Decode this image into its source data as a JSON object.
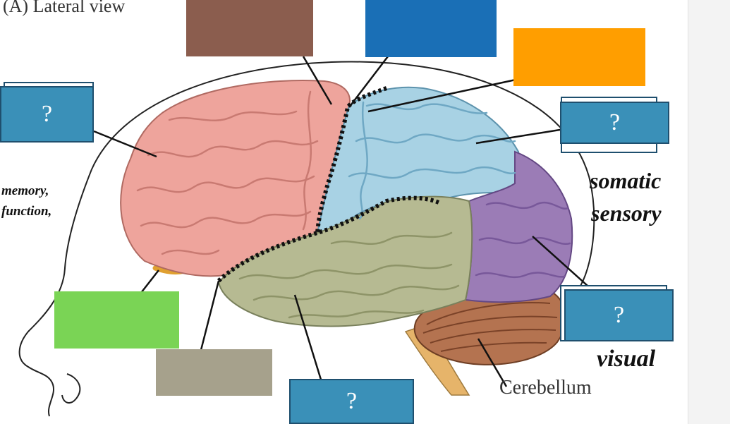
{
  "diagram": {
    "title": "(A)  Lateral view",
    "cerebellum_label": "Cerebellum",
    "somatic_label": "somatic",
    "sensory_label": "sensory",
    "visual_label": "visual",
    "memory_fragment": "memory,",
    "function_fragment": "function,"
  },
  "answer_boxes": {
    "frontal_top": {
      "color": "#8b5d4e"
    },
    "parietal_top": {
      "color": "#1a6fb6"
    },
    "parietal_right": {
      "color": "#ff9e00"
    },
    "temporal_left": {
      "color": "#7ad455"
    },
    "temporal_bottom": {
      "color": "#a6a18c"
    }
  },
  "question_cards": [
    {
      "label": "?"
    },
    {
      "label": "?"
    },
    {
      "label": "?"
    },
    {
      "label": "?"
    }
  ],
  "colors": {
    "frontal": "#eea49c",
    "parietal": "#a8d2e4",
    "temporal": "#b6ba92",
    "occipital": "#9b7cb6",
    "cerebellum": "#b47350",
    "card": "#3a90b8"
  }
}
